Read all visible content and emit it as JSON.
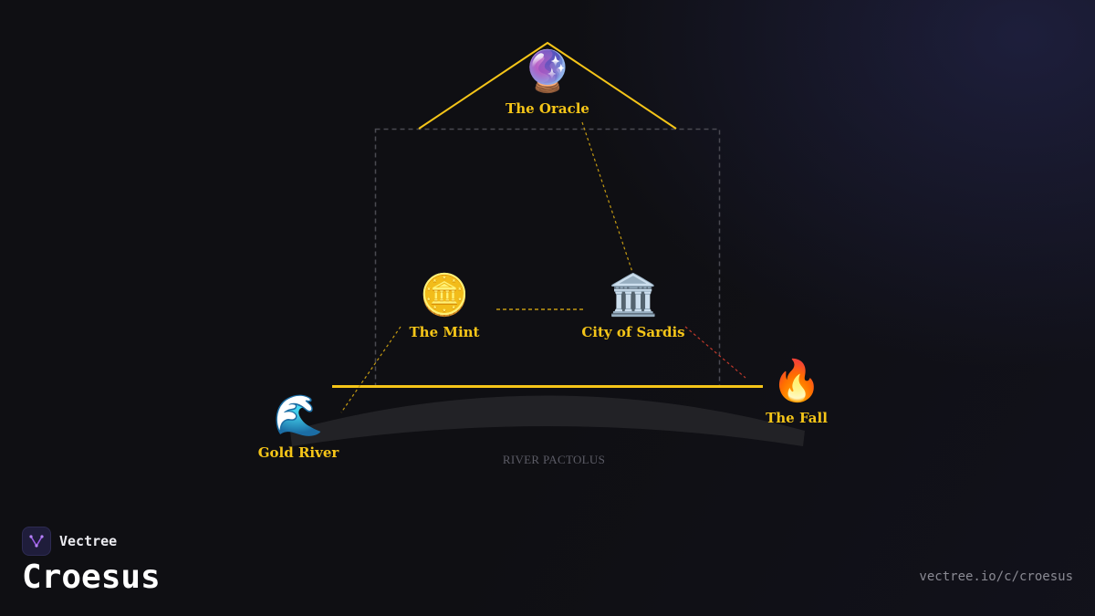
{
  "brand": {
    "name": "Vectree",
    "logo_icon": "vectree-logo-icon",
    "logo_color": "#9b5de5"
  },
  "page": {
    "title": "Croesus",
    "url": "vectree.io/c/croesus"
  },
  "colors": {
    "background": "#0f0f13",
    "accent_gold": "#f5c518",
    "fall_link": "#c0392b",
    "frame": "#4a4a52",
    "river_band": "#222226",
    "river_caption": "#5c5c66"
  },
  "nodes": {
    "oracle": {
      "label": "The Oracle",
      "icon": "crystal-ball-icon",
      "glyph": "🔮"
    },
    "mint": {
      "label": "The Mint",
      "icon": "coin-icon",
      "glyph": "🪙"
    },
    "sardis": {
      "label": "City of Sardis",
      "icon": "classical-building-icon",
      "glyph": "🏛️"
    },
    "gold_river": {
      "label": "Gold River",
      "icon": "water-wave-icon",
      "glyph": "🌊"
    },
    "fall": {
      "label": "The Fall",
      "icon": "fire-icon",
      "glyph": "🔥"
    }
  },
  "river": {
    "caption": "RIVER PACTOLUS"
  }
}
